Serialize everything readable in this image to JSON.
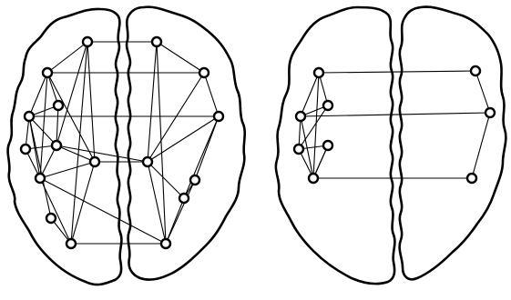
{
  "figure": {
    "description_free": true,
    "panels": [
      {
        "id": "full-network",
        "nodes": [
          {
            "id": "a1"
          },
          {
            "id": "a2"
          },
          {
            "id": "a3"
          },
          {
            "id": "a4"
          },
          {
            "id": "a5"
          },
          {
            "id": "a6"
          },
          {
            "id": "a7"
          },
          {
            "id": "a8"
          },
          {
            "id": "a9"
          },
          {
            "id": "a10"
          },
          {
            "id": "a11"
          },
          {
            "id": "b1"
          },
          {
            "id": "b2"
          },
          {
            "id": "b3"
          },
          {
            "id": "b4"
          },
          {
            "id": "b5"
          },
          {
            "id": "b6"
          },
          {
            "id": "b7"
          }
        ],
        "edges": [
          [
            "a1",
            "a2"
          ],
          [
            "a1",
            "a6"
          ],
          [
            "a1",
            "a8"
          ],
          [
            "a1",
            "a11"
          ],
          [
            "a1",
            "b1"
          ],
          [
            "a2",
            "a3"
          ],
          [
            "a2",
            "a4"
          ],
          [
            "a2",
            "a7"
          ],
          [
            "a2",
            "b2"
          ],
          [
            "a2",
            "a8"
          ],
          [
            "a3",
            "a4"
          ],
          [
            "a3",
            "a6"
          ],
          [
            "a4",
            "a5"
          ],
          [
            "a4",
            "a6"
          ],
          [
            "a4",
            "a7"
          ],
          [
            "a4",
            "a10"
          ],
          [
            "a4",
            "b3"
          ],
          [
            "a5",
            "a6"
          ],
          [
            "a5",
            "a7"
          ],
          [
            "a6",
            "a7"
          ],
          [
            "a6",
            "a8"
          ],
          [
            "a6",
            "b4"
          ],
          [
            "a7",
            "a8"
          ],
          [
            "a7",
            "a9"
          ],
          [
            "a7",
            "a11"
          ],
          [
            "a7",
            "b7"
          ],
          [
            "a8",
            "b4"
          ],
          [
            "a8",
            "a11"
          ],
          [
            "a10",
            "a11"
          ],
          [
            "a11",
            "b7"
          ],
          [
            "b1",
            "b2"
          ],
          [
            "b1",
            "b4"
          ],
          [
            "b1",
            "b7"
          ],
          [
            "b2",
            "b4"
          ],
          [
            "b2",
            "b3"
          ],
          [
            "b3",
            "b4"
          ],
          [
            "b3",
            "b5"
          ],
          [
            "b3",
            "b6"
          ],
          [
            "b4",
            "b6"
          ],
          [
            "b4",
            "b7"
          ],
          [
            "b5",
            "b6"
          ],
          [
            "b5",
            "b7"
          ],
          [
            "b6",
            "b7"
          ]
        ]
      },
      {
        "id": "reduced-network",
        "nodes": [
          {
            "id": "c1"
          },
          {
            "id": "c2"
          },
          {
            "id": "c3"
          },
          {
            "id": "c4"
          },
          {
            "id": "c5"
          },
          {
            "id": "c6"
          },
          {
            "id": "c7"
          },
          {
            "id": "d1"
          },
          {
            "id": "d2"
          },
          {
            "id": "d3"
          }
        ],
        "edges": [
          [
            "c1",
            "c2"
          ],
          [
            "c1",
            "c3"
          ],
          [
            "c1",
            "c7"
          ],
          [
            "c1",
            "d1"
          ],
          [
            "c2",
            "c3"
          ],
          [
            "c2",
            "c4"
          ],
          [
            "c3",
            "c4"
          ],
          [
            "c3",
            "c7"
          ],
          [
            "c3",
            "d2"
          ],
          [
            "c4",
            "c5"
          ],
          [
            "c4",
            "c6"
          ],
          [
            "c5",
            "c6"
          ],
          [
            "c5",
            "c7"
          ],
          [
            "c6",
            "c7"
          ],
          [
            "c7",
            "d3"
          ],
          [
            "d1",
            "d2"
          ],
          [
            "d2",
            "d3"
          ]
        ]
      }
    ]
  }
}
